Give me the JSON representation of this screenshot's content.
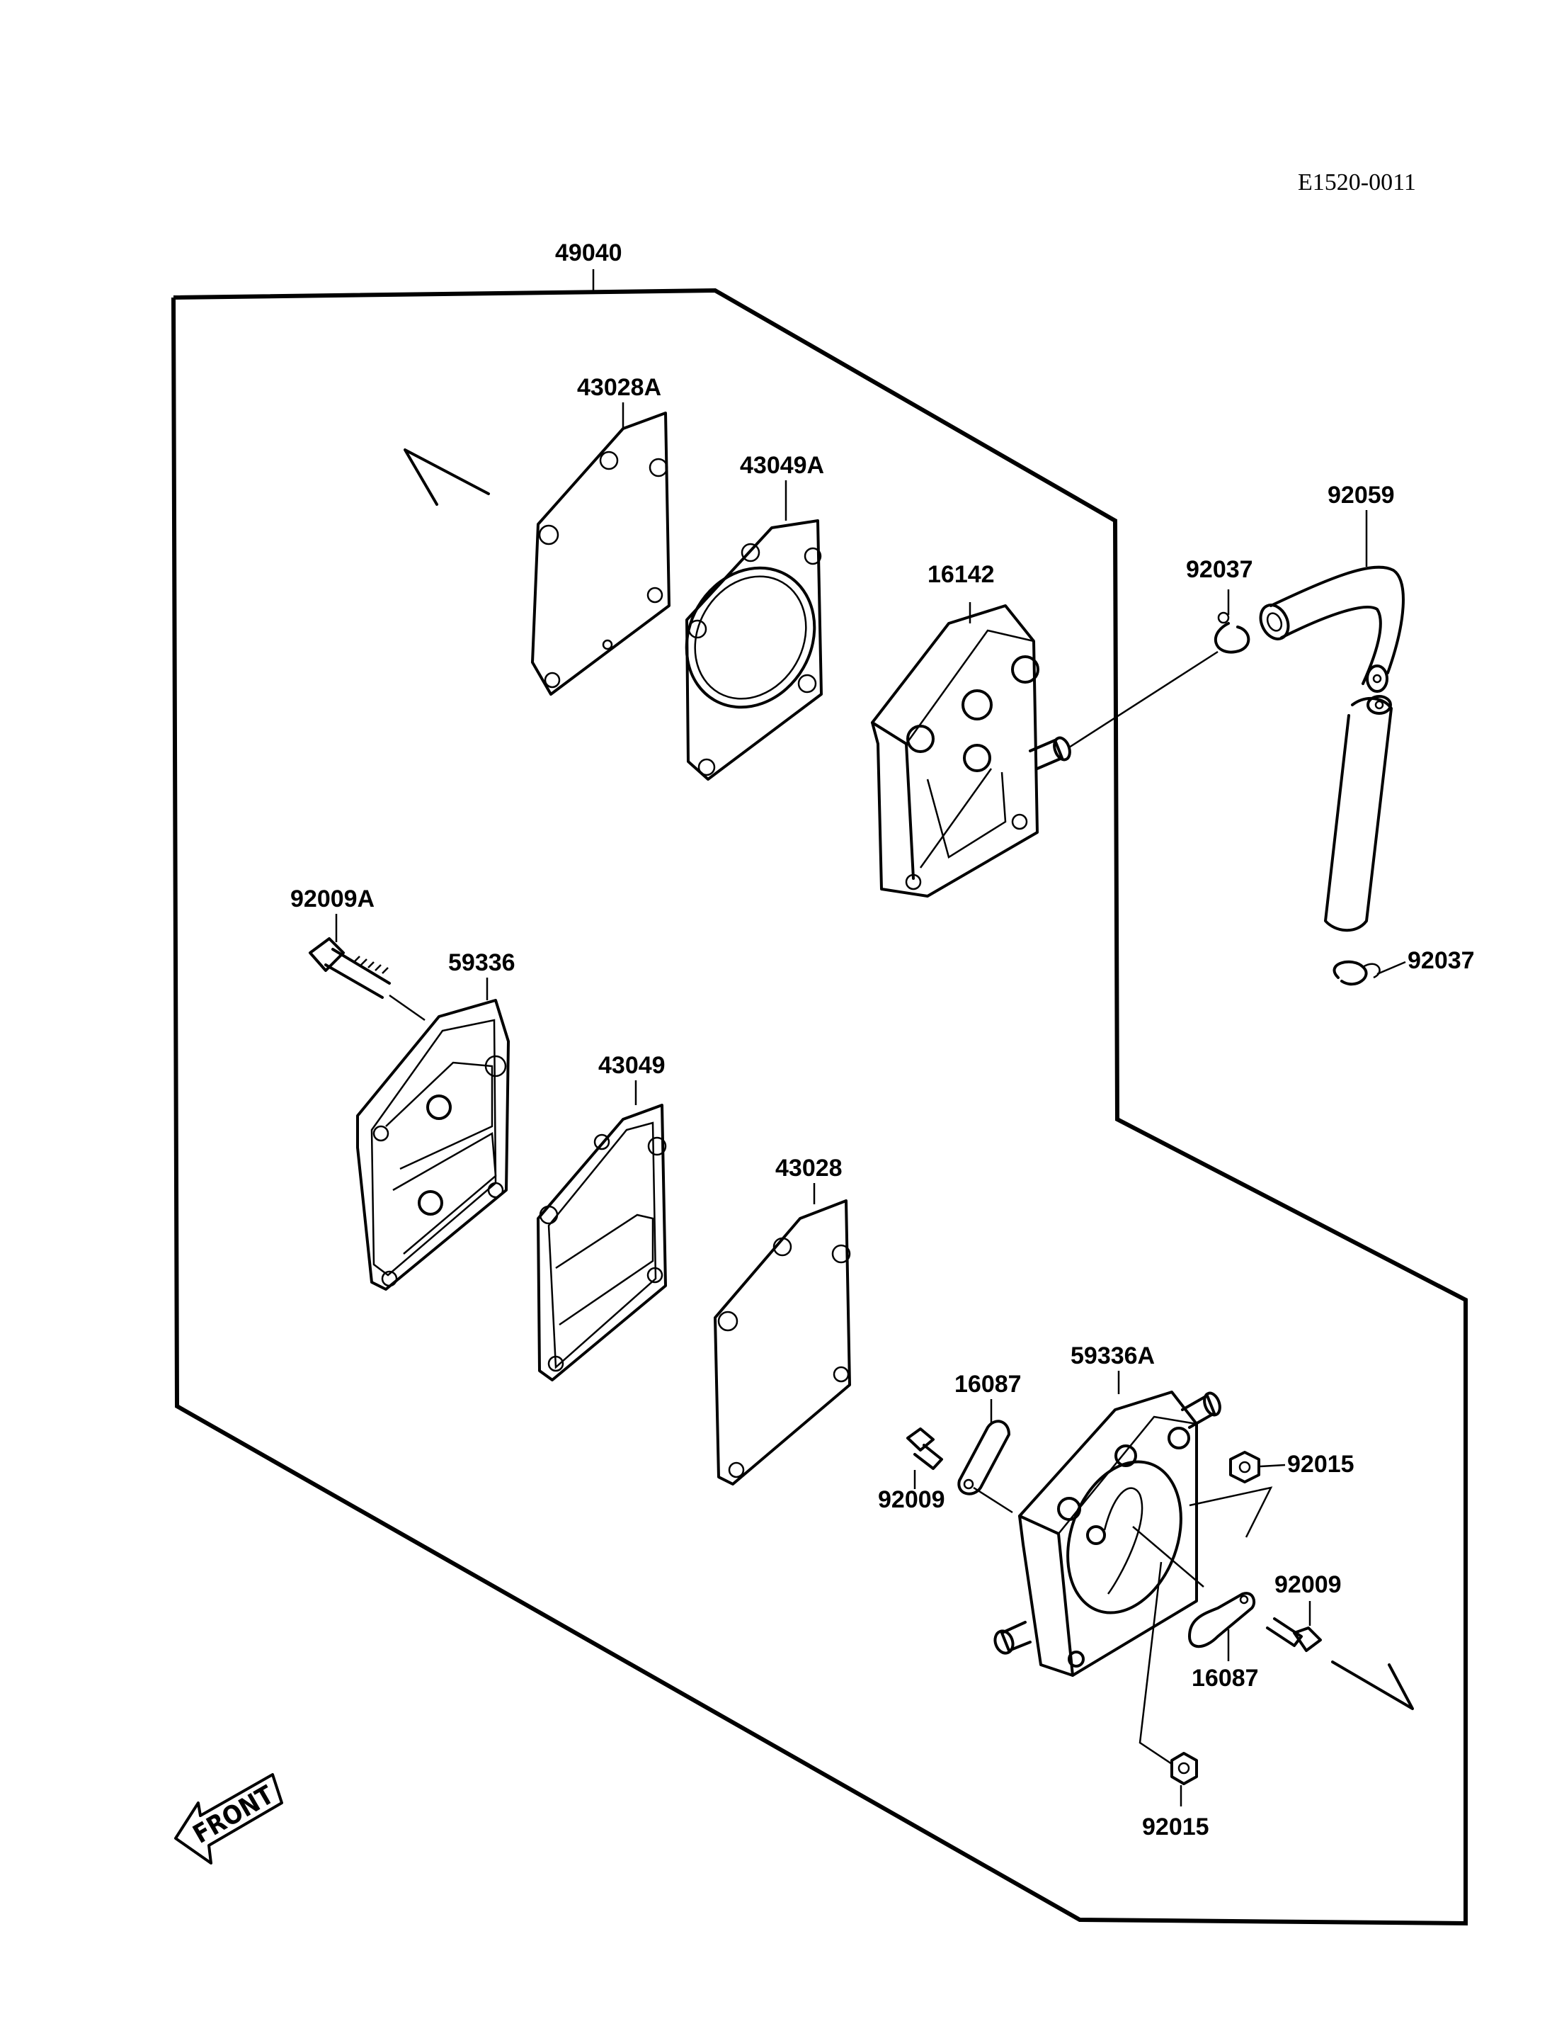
{
  "drawing_ref": "E1520-0011",
  "assembly_label": "49040",
  "front_marker": "FRONT",
  "parts": {
    "gasket_43028A": "43028A",
    "gasket_43049A": "43049A",
    "body_16142": "16142",
    "clip_92037_top": "92037",
    "hose_92059": "92059",
    "clip_92037_bottom": "92037",
    "bolt_92009A": "92009A",
    "cover_59336": "59336",
    "gasket_43049": "43049",
    "gasket_43028": "43028",
    "body_59336A": "59336A",
    "valve_16087_left": "16087",
    "screw_92009_left": "92009",
    "nut_92015_right": "92015",
    "screw_92009_right": "92009",
    "valve_16087_right": "16087",
    "nut_92015_bottom": "92015"
  }
}
